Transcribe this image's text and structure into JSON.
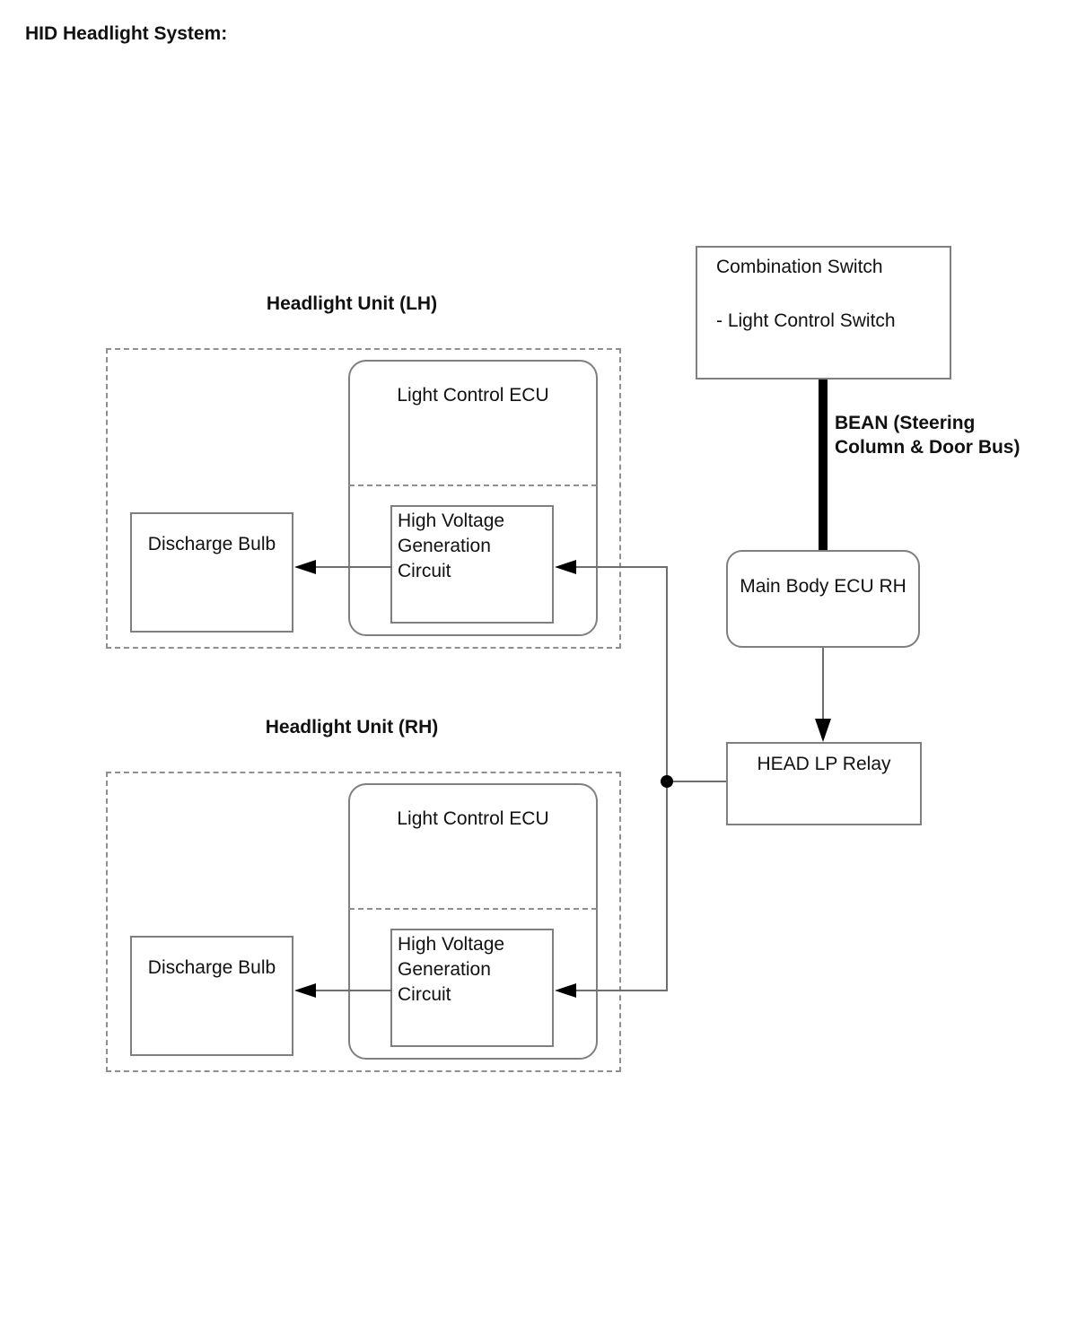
{
  "page_title": "HID Headlight System:",
  "units": [
    {
      "title": "Headlight Unit (LH)",
      "ecu_label": "Light Control ECU",
      "hv_circuit_lines": [
        "High Voltage",
        "Generation",
        "Circuit"
      ],
      "bulb_label": "Discharge Bulb"
    },
    {
      "title": "Headlight Unit (RH)",
      "ecu_label": "Light Control ECU",
      "hv_circuit_lines": [
        "High Voltage",
        "Generation",
        "Circuit"
      ],
      "bulb_label": "Discharge Bulb"
    }
  ],
  "combination_switch": {
    "line1": "Combination Switch",
    "line2": "- Light Control Switch"
  },
  "bean_bus": {
    "line1": "BEAN (Steering",
    "line2": "Column & Door Bus)"
  },
  "main_body_ecu": {
    "label": "Main Body ECU RH"
  },
  "head_lp_relay": {
    "label": "HEAD LP Relay"
  },
  "colors": {
    "text": "#111111",
    "box-border": "#7f7f7f",
    "dashed-border": "#8f8f8f",
    "line": "#6e6e6e",
    "arrow": "#000000",
    "background": "#ffffff"
  }
}
